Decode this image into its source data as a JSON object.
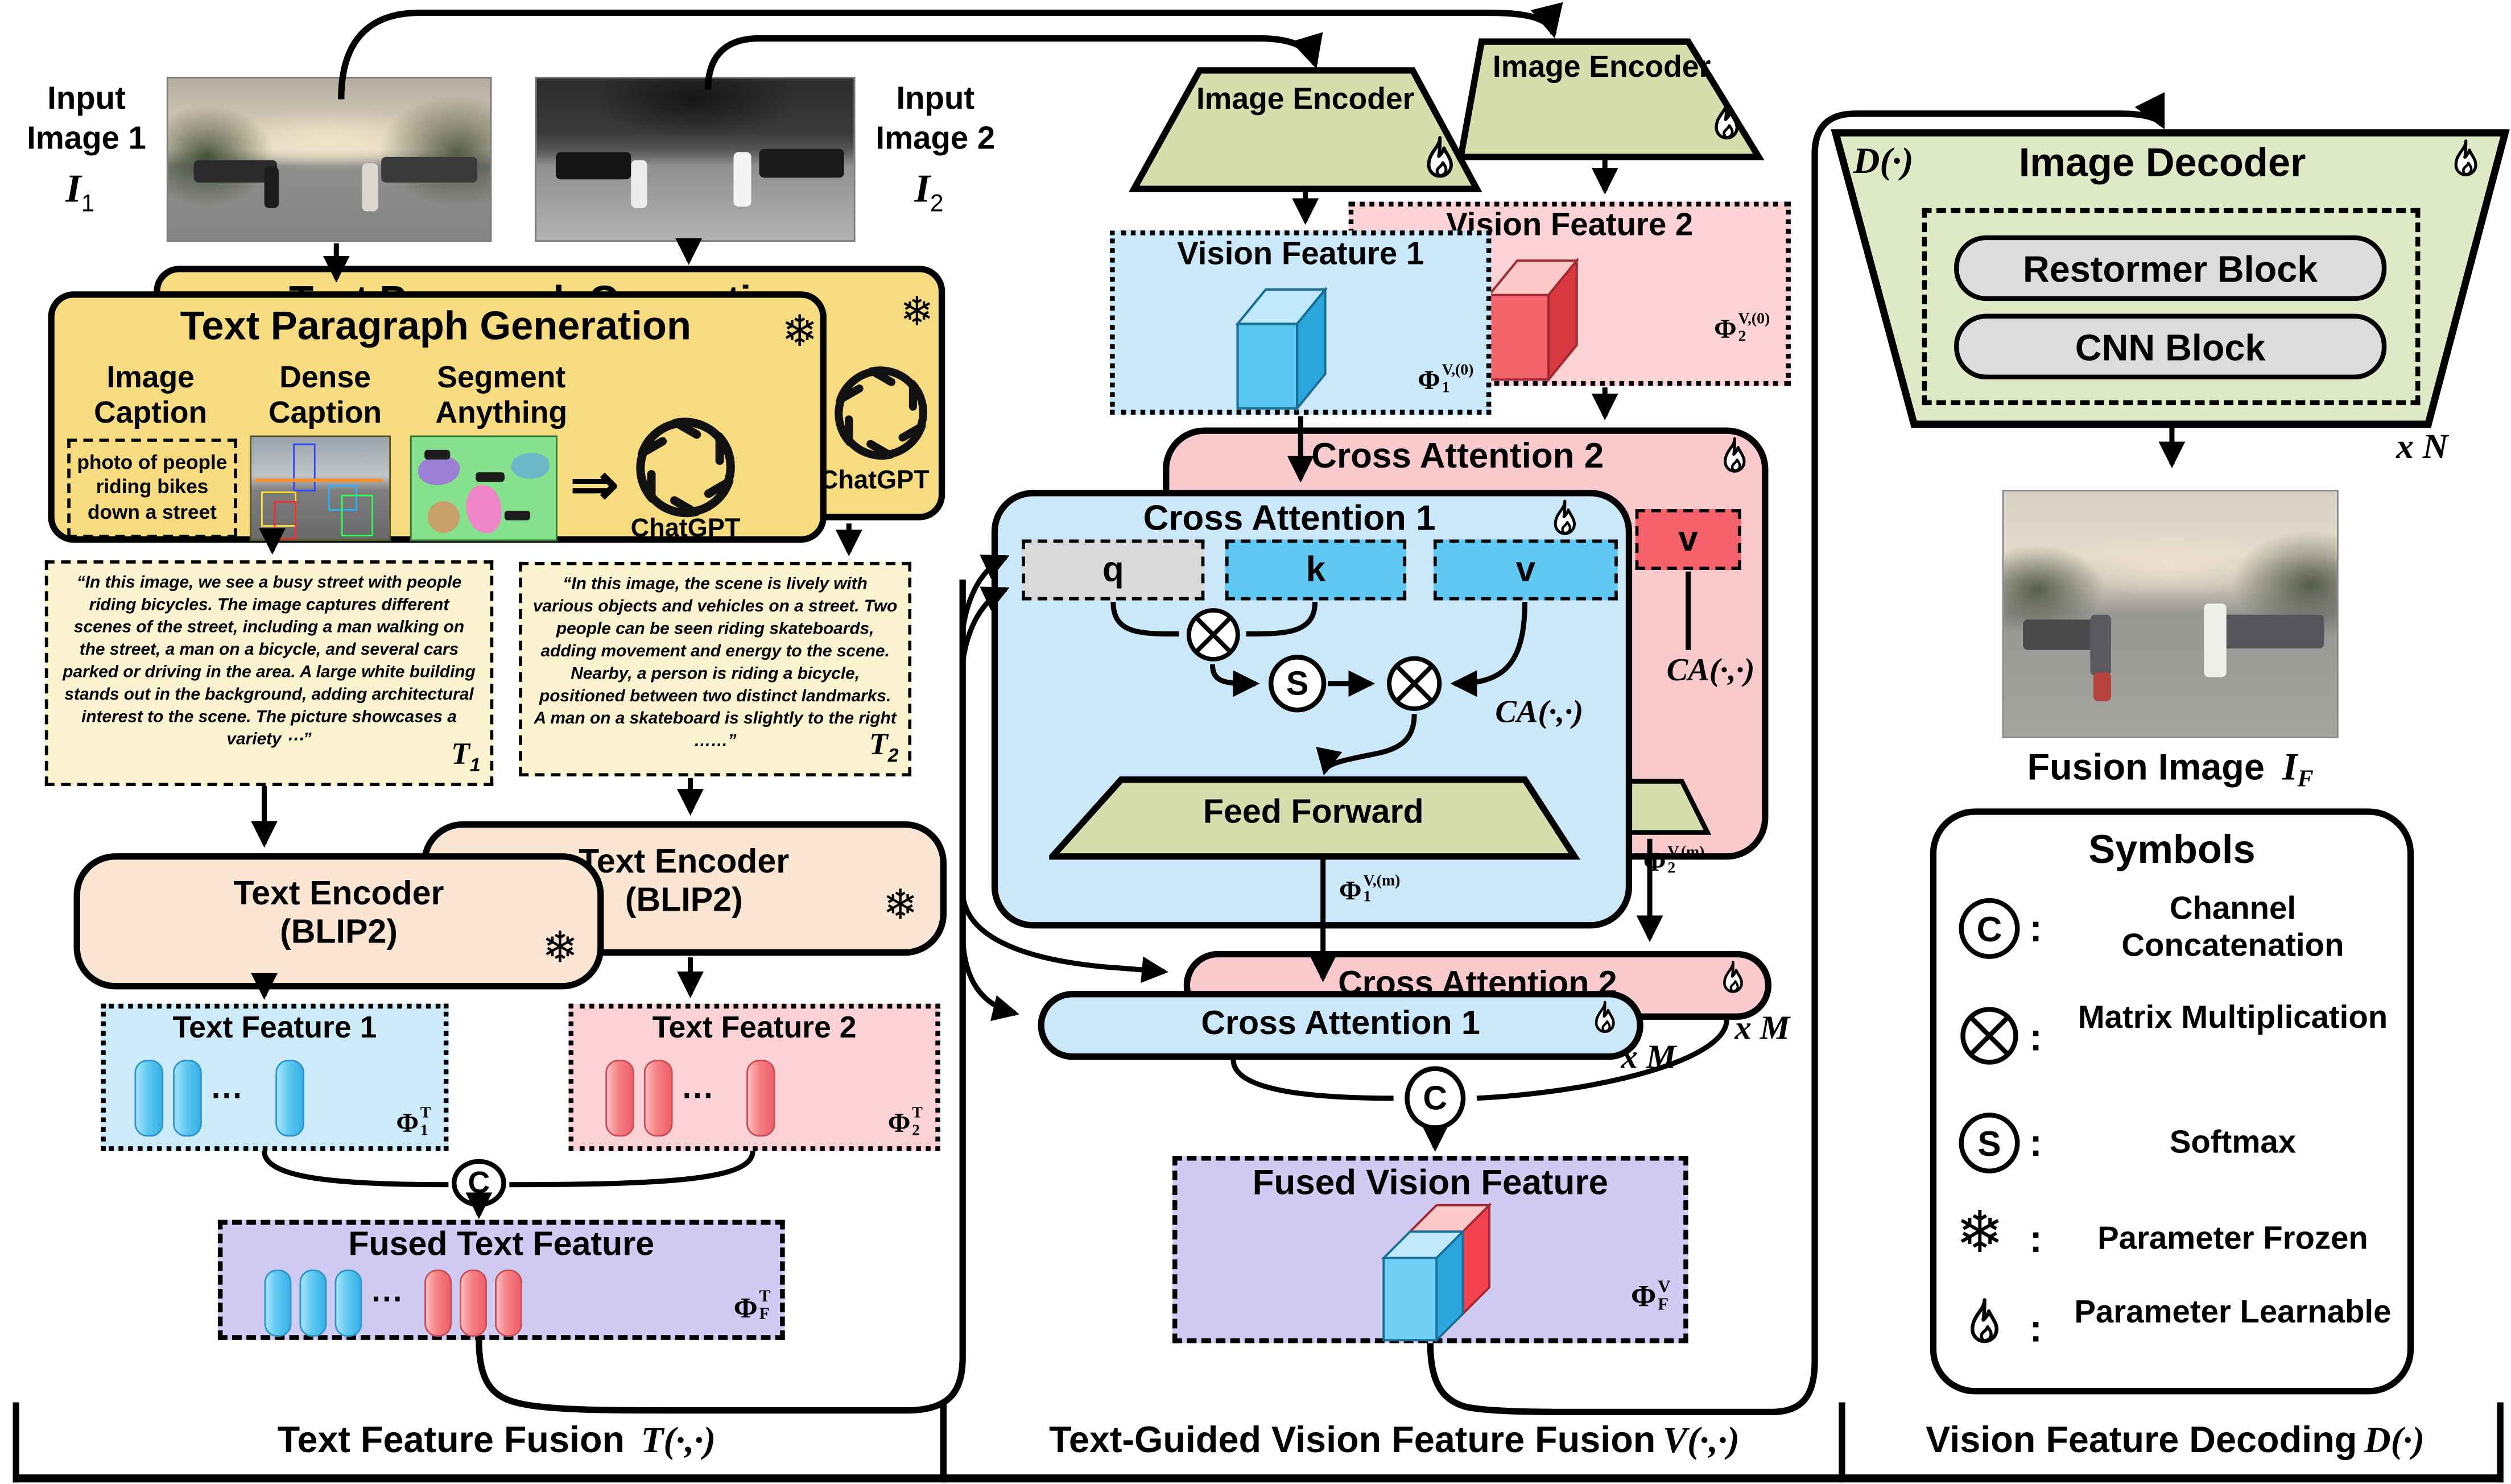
{
  "inputs": {
    "image1": {
      "label": "Input Image 1",
      "symbol": "I",
      "sub": "1"
    },
    "image2": {
      "label": "Input Image 2",
      "symbol": "I",
      "sub": "2"
    }
  },
  "tpg": {
    "title": "Text Paragraph Generation",
    "col1": "Image Caption",
    "col2": "Dense Caption",
    "col3": "Segment Anything",
    "caption_text": "photo of people riding bikes down a street",
    "implies": "⇒",
    "chatgpt": "ChatGPT"
  },
  "paragraphs": {
    "t1": {
      "text": "“In this image, we see a busy street with people riding bicycles. The image captures different scenes of the street, including a man walking on the street, a man on a bicycle, and several cars parked or driving in the area. A large white building stands out in the background, adding architectural interest to the scene. The picture showcases a variety ⋯”",
      "tag": "T",
      "tag_sub": "1"
    },
    "t2": {
      "text": "“In this image, the scene is lively with various objects and vehicles on a street. Two people can be seen riding skateboards, adding movement and energy to the scene. Nearby, a person is riding a bicycle, positioned between two distinct landmarks. A man on a skateboard is slightly to the right ……”",
      "tag": "T",
      "tag_sub": "2"
    }
  },
  "text_encoder": {
    "line1": "Text Encoder",
    "line2": "(BLIP2)"
  },
  "text_features": {
    "f1": {
      "title": "Text Feature 1",
      "phi": "Φ",
      "sup": "T",
      "sub": "1"
    },
    "f2": {
      "title": "Text Feature 2",
      "phi": "Φ",
      "sup": "T",
      "sub": "2"
    },
    "fused": {
      "title": "Fused Text Feature",
      "phi": "Φ",
      "sup": "T",
      "sub": "F"
    }
  },
  "image_encoder": {
    "title": "Image Encoder"
  },
  "vision_features": {
    "f1": {
      "title": "Vision Feature 1",
      "phi": "Φ",
      "sup": "V,(0)",
      "sub": "1"
    },
    "f2": {
      "title": "Vision Feature 2",
      "phi": "Φ",
      "sup": "V,(0)",
      "sub": "2"
    },
    "fused": {
      "title": "Fused Vision Feature",
      "phi": "Φ",
      "sup": "V",
      "sub": "F"
    }
  },
  "cross_attention": {
    "block1": "Cross Attention 1",
    "block2": "Cross Attention 2",
    "q": "q",
    "k": "k",
    "v": "v",
    "softmax": "S",
    "ca": "CA(·,·)",
    "feed_forward": "Feed Forward",
    "phi1": {
      "phi": "Φ",
      "sup": "V,(m)",
      "sub": "1"
    },
    "phi2": {
      "phi": "Φ",
      "sup": "V,(m)",
      "sub": "2"
    },
    "repeat": "x M"
  },
  "concat": "C",
  "decoder": {
    "math": "D(·)",
    "title": "Image Decoder",
    "block1": "Restormer Block",
    "block2": "CNN Block",
    "repeat": "x N"
  },
  "fusion_image": {
    "label": "Fusion Image",
    "symbol": "I",
    "sub": "F"
  },
  "legend": {
    "title": "Symbols",
    "colon": ":",
    "items": [
      {
        "label": "Channel Concatenation"
      },
      {
        "label": "Matrix Multiplication"
      },
      {
        "label": "Softmax"
      },
      {
        "label": "Parameter Frozen"
      },
      {
        "label": "Parameter Learnable"
      }
    ]
  },
  "footer": {
    "s1": {
      "label": "Text Feature Fusion",
      "math": "T(·,·)"
    },
    "s2": {
      "label": "Text-Guided Vision Feature Fusion",
      "math": "V(·,·)"
    },
    "s3": {
      "label": "Vision Feature Decoding",
      "math": "D(·)"
    }
  },
  "icons": {
    "snowflake": "❄",
    "dots": "···"
  },
  "palette": {
    "yellow": "#F7DB80",
    "cream": "#FBF2D0",
    "peach": "#FAE5D3",
    "light_blue": "#CBE7FA",
    "light_pink": "#F9CACB",
    "lavender": "#CFCBF2",
    "olive_green": "#D5DFAE",
    "decoder_green": "#DFE9C6",
    "blue": "#57C7F2",
    "red": "#F4616B",
    "gray": "#D9D9D9"
  }
}
